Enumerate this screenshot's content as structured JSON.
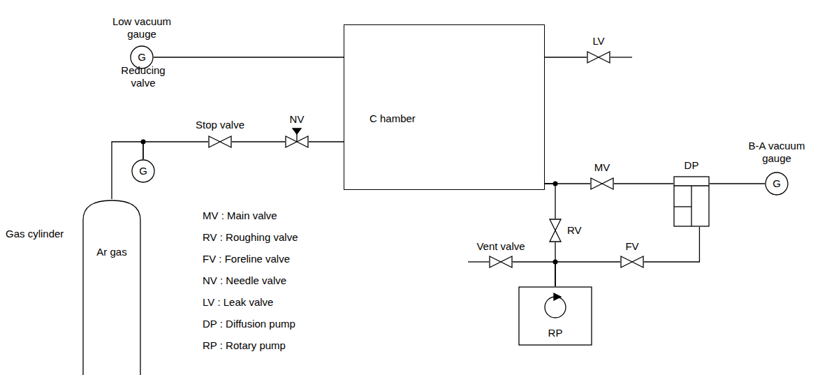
{
  "diagram": {
    "nodes": [
      {
        "text": [
          "Low vacuum gauge",
          "G"
        ]
      },
      {
        "text": [
          "C hamber"
        ]
      },
      {
        "text": [
          "LV"
        ]
      },
      {
        "text": [
          "Reducing valve",
          "G"
        ]
      },
      {
        "text": [
          "Stop valve"
        ]
      },
      {
        "text": [
          "NV"
        ]
      },
      {
        "text": [
          "MV"
        ]
      },
      {
        "text": [
          "DP"
        ]
      },
      {
        "text": [
          "B-A vacuum gauge",
          "G"
        ]
      },
      {
        "text": [
          "RV"
        ]
      },
      {
        "text": [
          "Vent valve"
        ]
      },
      {
        "text": [
          "FV"
        ]
      },
      {
        "text": [
          "Gas cylinder",
          "Ar gas"
        ]
      },
      {
        "text": [
          "RP"
        ]
      }
    ],
    "edges": [
      {
        "from": 12,
        "to": 3,
        "arrow": "none"
      },
      {
        "from": 3,
        "to": 4,
        "arrow": "none"
      },
      {
        "from": 4,
        "to": 5,
        "arrow": "none"
      },
      {
        "from": 5,
        "to": 1,
        "arrow": "none"
      },
      {
        "from": 0,
        "to": 1,
        "arrow": "none"
      },
      {
        "from": 1,
        "to": 2,
        "arrow": "none"
      },
      {
        "from": 1,
        "to": 6,
        "arrow": "none"
      },
      {
        "from": 1,
        "to": 9,
        "arrow": "none"
      },
      {
        "from": 6,
        "to": 7,
        "arrow": "none"
      },
      {
        "from": 7,
        "to": 8,
        "arrow": "none"
      },
      {
        "from": 7,
        "to": 11,
        "arrow": "none"
      },
      {
        "from": 9,
        "to": 13,
        "arrow": "none"
      },
      {
        "from": 10,
        "to": 13,
        "arrow": "none"
      },
      {
        "from": 11,
        "to": 13,
        "arrow": "none"
      }
    ],
    "labels": [
      "MV : Main valve",
      "RV : Roughing valve",
      "FV : Foreline valve",
      "NV : Needle valve",
      "LV : Leak valve",
      "DP : Diffusion pump",
      "RP : Rotary pump"
    ]
  }
}
